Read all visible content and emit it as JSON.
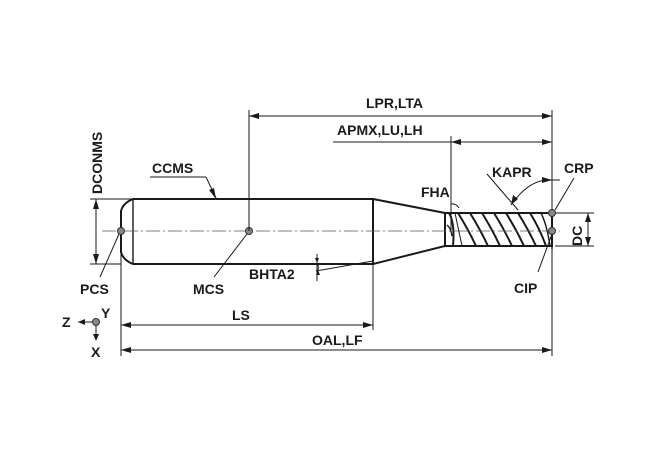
{
  "labels": {
    "lpr_lta": "LPR,LTA",
    "apmx_lu_lh": "APMX,LU,LH",
    "dconms": "DCONMS",
    "ccms": "CCMS",
    "fha": "FHA",
    "kapr": "KAPR",
    "crp": "CRP",
    "dc": "DC",
    "pcs": "PCS",
    "mcs": "MCS",
    "bhta2": "BHTA2",
    "cip": "CIP",
    "ls": "LS",
    "oal_lf": "OAL,LF",
    "axis_z": "Z",
    "axis_y": "Y",
    "axis_x": "X"
  },
  "colors": {
    "line": "#1a1a1a",
    "point": "#888888",
    "background": "#ffffff"
  }
}
